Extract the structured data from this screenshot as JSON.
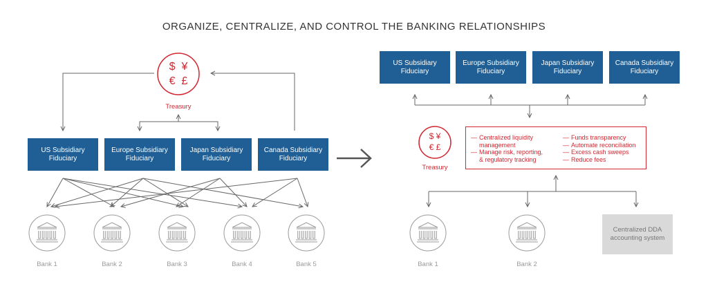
{
  "title": "ORGANIZE, CENTRALIZE, AND CONTROL THE BANKING RELATIONSHIPS",
  "currency_symbols": [
    "$",
    "¥",
    "€",
    "£"
  ],
  "treasury_label": "Treasury",
  "fiduciaries": [
    {
      "line1": "US Subsidiary",
      "line2": "Fiduciary"
    },
    {
      "line1": "Europe Subsidiary",
      "line2": "Fiduciary"
    },
    {
      "line1": "Japan Subsidiary",
      "line2": "Fiduciary"
    },
    {
      "line1": "Canada Subsidiary",
      "line2": "Fiduciary"
    }
  ],
  "left_banks": [
    "Bank 1",
    "Bank 2",
    "Bank 3",
    "Bank 4",
    "Bank 5"
  ],
  "right_banks": [
    "Bank 1",
    "Bank 2"
  ],
  "benefits_col1": [
    "Centralized liquidity",
    "management",
    "Manage risk, reporting,",
    "& regulatory tracking"
  ],
  "benefits_col2": [
    "Funds transparency",
    "Automate reconciliation",
    "Excess cash sweeps",
    "Reduce fees"
  ],
  "dda": {
    "line1": "Centralized DDA",
    "line2": "accounting system"
  },
  "colors": {
    "blue": "#1f5f95",
    "red": "#d22630",
    "gray": "#9a9a9a",
    "arrow": "#555555"
  }
}
